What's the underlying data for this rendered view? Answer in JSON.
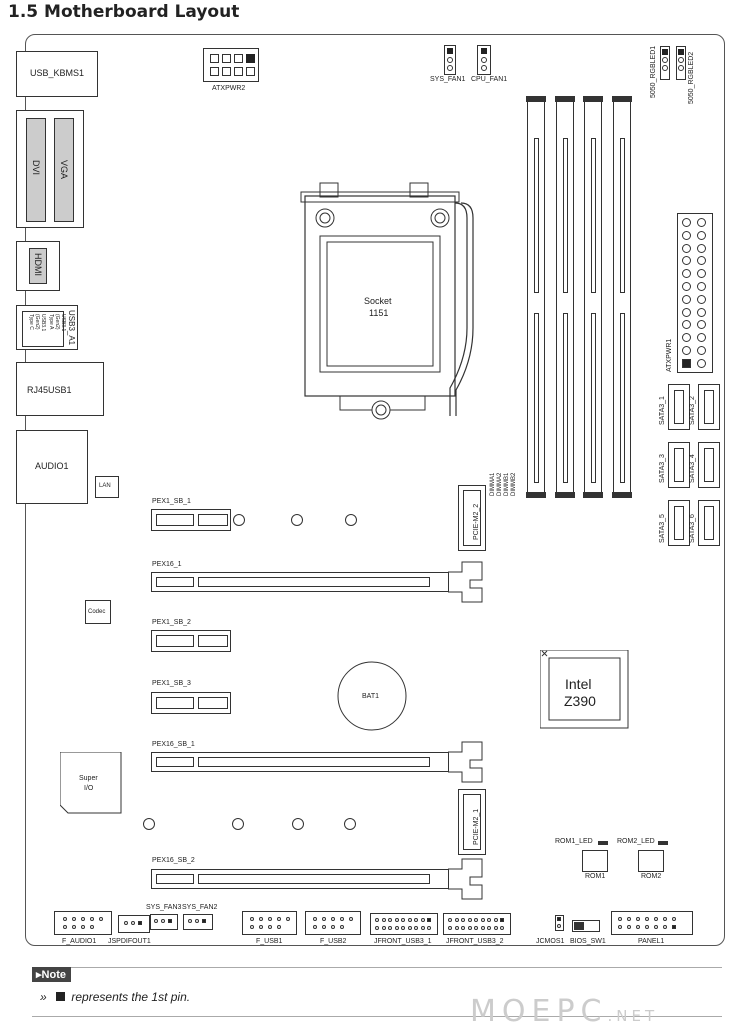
{
  "heading": "1.5 Motherboard Layout",
  "io": {
    "usb_kbms": "USB_KBMS1",
    "dvi": "DVI",
    "vga": "VGA",
    "hdmi": "HDMI",
    "usb3_a1": "USB3_A1",
    "usb3_sub1": "USB3.1",
    "usb3_sub2": "(Gen2)",
    "usb3_sub3": "Type A",
    "usb3_sub4": "USB3.1",
    "usb3_sub5": "(Gen2)",
    "usb3_sub6": "Type C",
    "rj45": "RJ45USB1",
    "audio": "AUDIO1",
    "lan": "LAN"
  },
  "top": {
    "atxpwr2": "ATXPWR2",
    "sys_fan1": "SYS_FAN1",
    "cpu_fan1": "CPU_FAN1",
    "rgb1": "5050_RGBLED1",
    "rgb2": "5050_RGBLED2"
  },
  "socket": {
    "line1": "Socket",
    "line2": "1151"
  },
  "right": {
    "atxpwr1": "ATXPWR1",
    "sata1": "SATA3_1",
    "sata2": "SATA3_2",
    "sata3": "SATA3_3",
    "sata4": "SATA3_4",
    "sata5": "SATA3_5",
    "sata6": "SATA3_6"
  },
  "dimm": {
    "a1": "DIMMA1",
    "a2": "DIMMA2",
    "b1": "DIMMB1",
    "b2": "DIMMB2"
  },
  "slots": {
    "pex1_sb_1": "PEX1_SB_1",
    "pex16_1": "PEX16_1",
    "pex1_sb_2": "PEX1_SB_2",
    "pex1_sb_3": "PEX1_SB_3",
    "pex16_sb_1": "PEX16_SB_1",
    "pex16_sb_2": "PEX16_SB_2",
    "m2_2": "PCIE-M2_2",
    "m2_1": "PCIE-M2_1"
  },
  "chips": {
    "codec": "Codec",
    "bat": "BAT1",
    "super1": "Super",
    "super2": "I/O",
    "intel1": "Intel",
    "intel2": "Z390",
    "rom1_led": "ROM1_LED",
    "rom2_led": "ROM2_LED",
    "rom1": "ROM1",
    "rom2": "ROM2"
  },
  "bottom": {
    "f_audio1": "F_AUDIO1",
    "jspdif": "JSPDIFOUT1",
    "sys_fan3": "SYS_FAN3",
    "sys_fan2": "SYS_FAN2",
    "f_usb1": "F_USB1",
    "f_usb2": "F_USB2",
    "jfront1": "JFRONT_USB3_1",
    "jfront2": "JFRONT_USB3_2",
    "jcmos": "JCMOS1",
    "bios_sw": "BIOS_SW1",
    "panel": "PANEL1"
  },
  "note": {
    "tag": "Note",
    "bullet": "»",
    "text": "represents the 1st pin."
  },
  "watermark": {
    "main": "MOEPC",
    "suffix": ".NET"
  }
}
